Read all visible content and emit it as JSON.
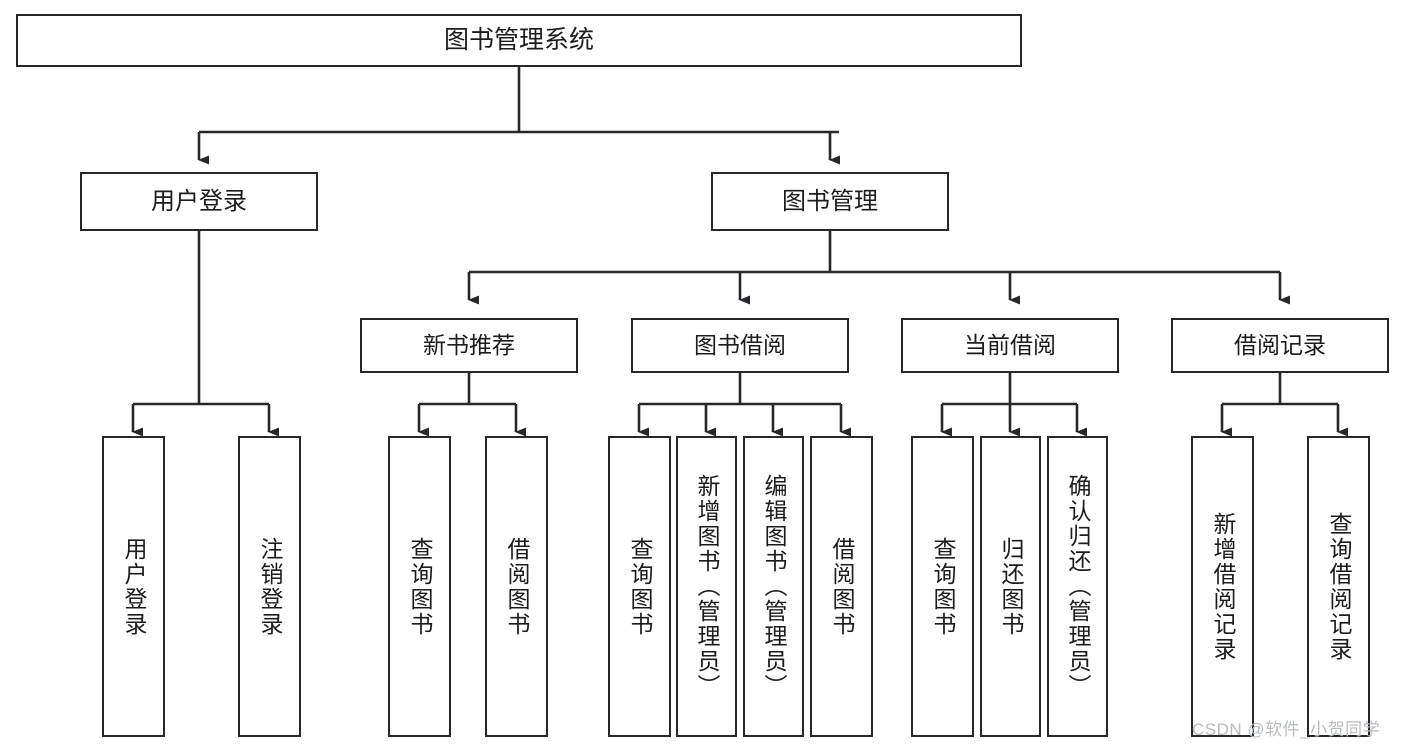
{
  "diagram": {
    "title": "图书管理系统",
    "type": "hierarchy-tree",
    "style": {
      "box_border_color": "#26282b",
      "box_fill_color": "#ffffff",
      "edge_color": "#26282b",
      "background": "#ffffff",
      "watermark_color": "#b9bcc0"
    },
    "root": {
      "label": "图书管理系统"
    },
    "level2": [
      {
        "label": "用户登录"
      },
      {
        "label": "图书管理"
      }
    ],
    "level3": [
      {
        "label": "新书推荐"
      },
      {
        "label": "图书借阅"
      },
      {
        "label": "当前借阅"
      },
      {
        "label": "借阅记录"
      }
    ],
    "leaves": {
      "user_login": [
        {
          "label": "用户登录"
        },
        {
          "label": "注销登录"
        }
      ],
      "new_book_recommend": [
        {
          "label": "查询图书"
        },
        {
          "label": "借阅图书"
        }
      ],
      "book_borrow": [
        {
          "label": "查询图书"
        },
        {
          "label": "新增图书（管理员）"
        },
        {
          "label": "编辑图书（管理员）"
        },
        {
          "label": "借阅图书"
        }
      ],
      "current_borrow": [
        {
          "label": "查询图书"
        },
        {
          "label": "归还图书"
        },
        {
          "label": "确认归还（管理员）"
        }
      ],
      "borrow_record": [
        {
          "label": "新增借阅记录"
        },
        {
          "label": "查询借阅记录"
        }
      ]
    },
    "watermark": "CSDN @软件_小贺同学"
  }
}
